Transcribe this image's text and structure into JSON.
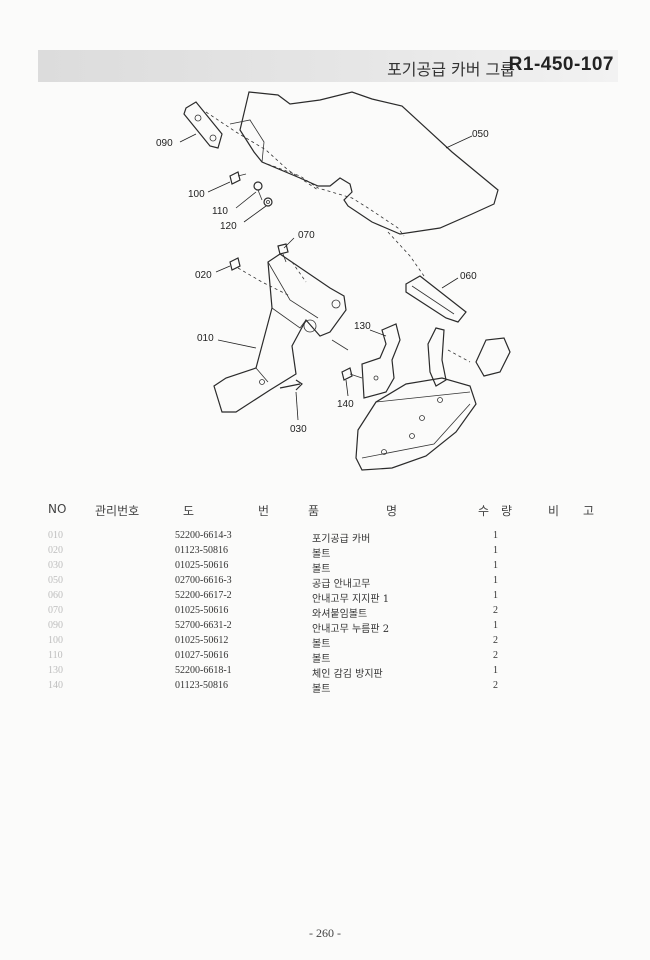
{
  "header": {
    "title": "포기공급 카버 그룹",
    "code": "R1-450-107"
  },
  "diagram": {
    "callouts": [
      "010",
      "020",
      "030",
      "050",
      "060",
      "070",
      "090",
      "100",
      "110",
      "120",
      "130",
      "140"
    ]
  },
  "table": {
    "headers": {
      "no": "NO",
      "mgmt": "관리번호",
      "drawing_1": "도",
      "drawing_2": "번",
      "name_1": "품",
      "name_2": "명",
      "qty_1": "수",
      "qty_2": "량",
      "remark_1": "비",
      "remark_2": "고"
    },
    "rows": [
      {
        "no": "010",
        "code": "52200-6614-3",
        "name": "포기공급 카버",
        "qty": "1"
      },
      {
        "no": "020",
        "code": "01123-50816",
        "name": "볼트",
        "qty": "1"
      },
      {
        "no": "030",
        "code": "01025-50616",
        "name": "볼트",
        "qty": "1"
      },
      {
        "no": "050",
        "code": "02700-6616-3",
        "name": "공급 안내고무",
        "qty": "1"
      },
      {
        "no": "060",
        "code": "52200-6617-2",
        "name": "안내고무 지지판 1",
        "qty": "1"
      },
      {
        "no": "070",
        "code": "01025-50616",
        "name": "와셔붙임볼트",
        "qty": "2"
      },
      {
        "no": "090",
        "code": "52700-6631-2",
        "name": "안내고무 누름판 2",
        "qty": "1"
      },
      {
        "no": "100",
        "code": "01025-50612",
        "name": "볼트",
        "qty": "2"
      },
      {
        "no": "110",
        "code": "01027-50616",
        "name": "볼트",
        "qty": "2"
      },
      {
        "no": "130",
        "code": "52200-6618-1",
        "name": "체인 감김 방지판",
        "qty": "1"
      },
      {
        "no": "140",
        "code": "01123-50816",
        "name": "볼트",
        "qty": "2"
      }
    ]
  },
  "footer": {
    "page": "- 260 -"
  }
}
